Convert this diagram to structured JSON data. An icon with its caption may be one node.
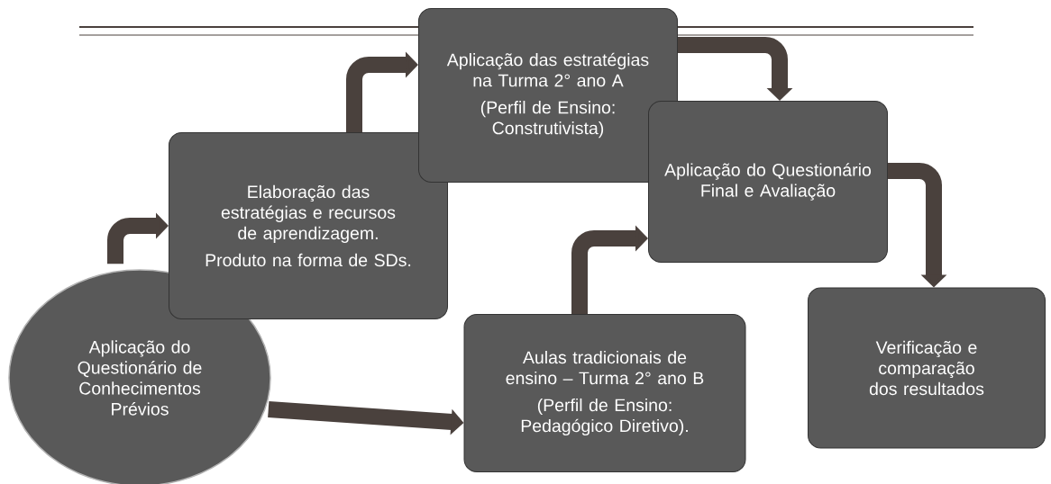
{
  "diagram": {
    "nodes": [
      {
        "text": [
          "Aplicação do Questionário de Conhecimentos Prévios"
        ]
      },
      {
        "text": [
          "Elaboração das estratégias e recursos de aprendizagem.",
          "Produto na forma de SDs."
        ]
      },
      {
        "text": [
          "Aplicação das estratégias na Turma 2° ano A",
          "(Perfil de Ensino: Construtivista)"
        ]
      },
      {
        "text": [
          "Aplicação do Questionário Final e Avaliação"
        ]
      },
      {
        "text": [
          "Aulas tradicionais de ensino – Turma 2° ano B",
          "(Perfil de Ensino: Pedagógico Diretivo)."
        ]
      },
      {
        "text": [
          "Verificação e comparação dos resultados"
        ]
      }
    ],
    "edges": [
      {
        "from": 0,
        "to": 1,
        "arrow": "to"
      },
      {
        "from": 1,
        "to": 2,
        "arrow": "to"
      },
      {
        "from": 2,
        "to": 3,
        "arrow": "to"
      },
      {
        "from": 3,
        "to": 5,
        "arrow": "to"
      },
      {
        "from": 0,
        "to": 4,
        "arrow": "to"
      },
      {
        "from": 4,
        "to": 3,
        "arrow": "to"
      }
    ]
  }
}
